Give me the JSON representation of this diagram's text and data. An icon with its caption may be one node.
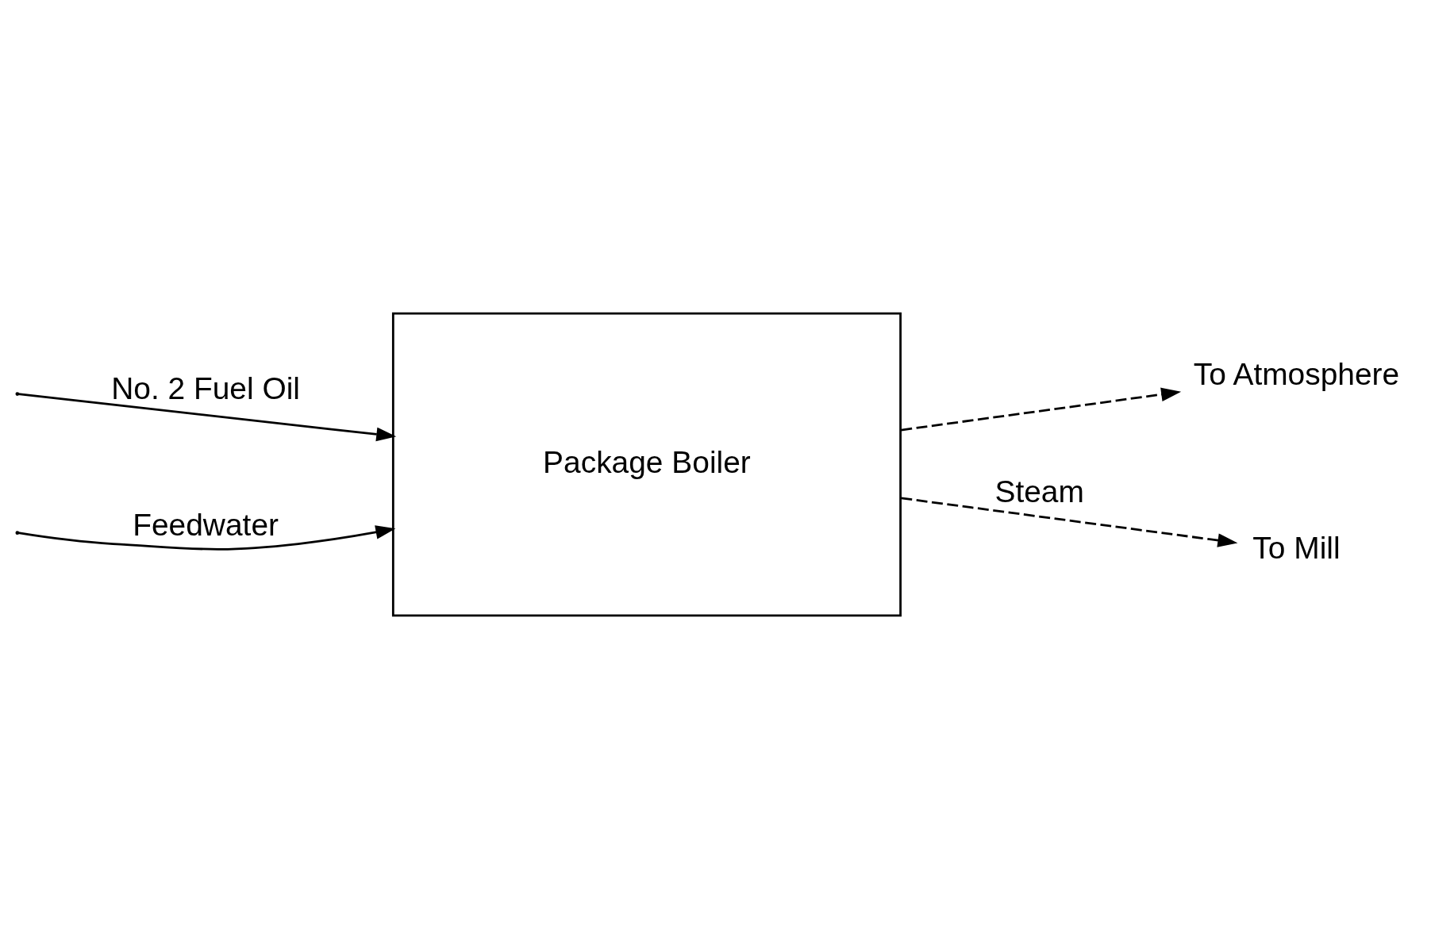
{
  "diagram": {
    "nodes": [
      {
        "text": [
          "Package Boiler"
        ]
      },
      {
        "text": [
          "To Atmosphere"
        ]
      },
      {
        "text": [
          "To Mill"
        ]
      }
    ],
    "edges": [
      {
        "from": null,
        "to": 0,
        "arrow": "to",
        "label": "No. 2 Fuel Oil"
      },
      {
        "from": null,
        "to": 0,
        "arrow": "to",
        "label": "Feedwater"
      },
      {
        "from": 0,
        "to": 1,
        "arrow": "to",
        "style": "dashed"
      },
      {
        "from": 0,
        "to": 2,
        "arrow": "to",
        "style": "dashed",
        "label": "Steam"
      }
    ]
  }
}
